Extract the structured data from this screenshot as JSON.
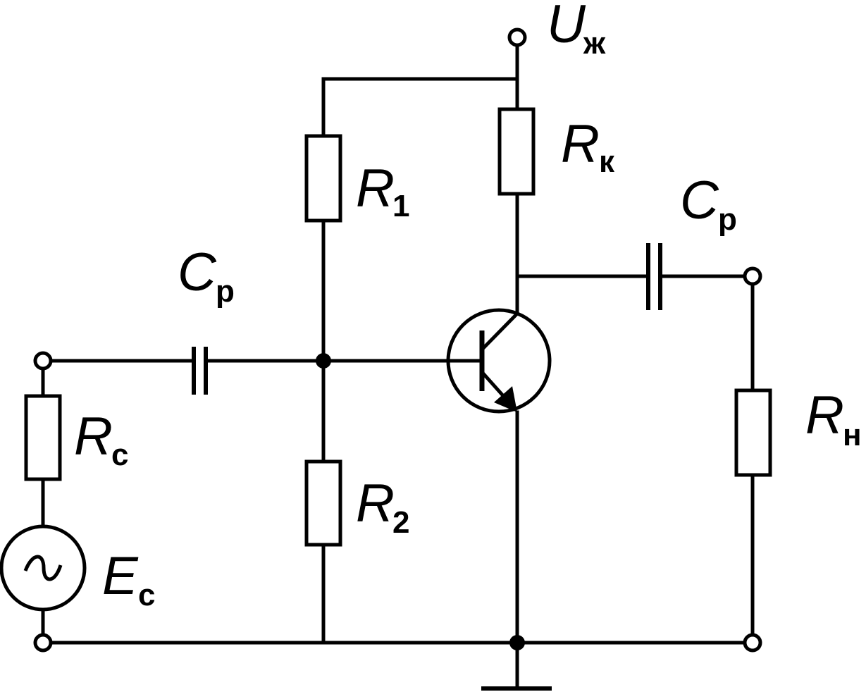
{
  "labels": {
    "supply": {
      "main": "U",
      "sub": "ж"
    },
    "r_collector": {
      "main": "R",
      "sub": "к"
    },
    "r1": {
      "main": "R",
      "sub": "1"
    },
    "r2": {
      "main": "R",
      "sub": "2"
    },
    "c_input": {
      "main": "C",
      "sub": "р"
    },
    "c_output": {
      "main": "C",
      "sub": "р"
    },
    "r_source": {
      "main": "R",
      "sub": "с"
    },
    "e_source": {
      "main": "E",
      "sub": "с"
    },
    "r_load": {
      "main": "R",
      "sub": "н"
    }
  },
  "symbols": {
    "source": "~"
  }
}
